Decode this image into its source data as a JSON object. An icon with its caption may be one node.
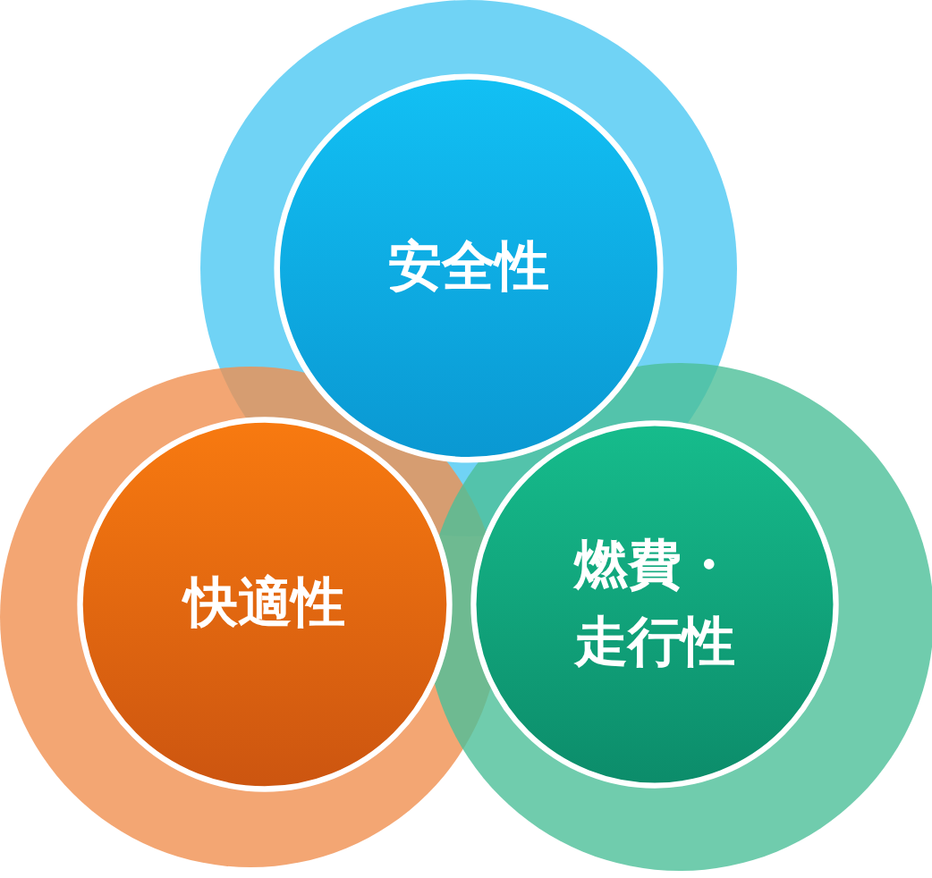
{
  "diagram": {
    "nodes": [
      {
        "text": [
          "安全性"
        ]
      },
      {
        "text": [
          "快適性"
        ]
      },
      {
        "text": [
          "燃費・走行性"
        ]
      }
    ]
  }
}
